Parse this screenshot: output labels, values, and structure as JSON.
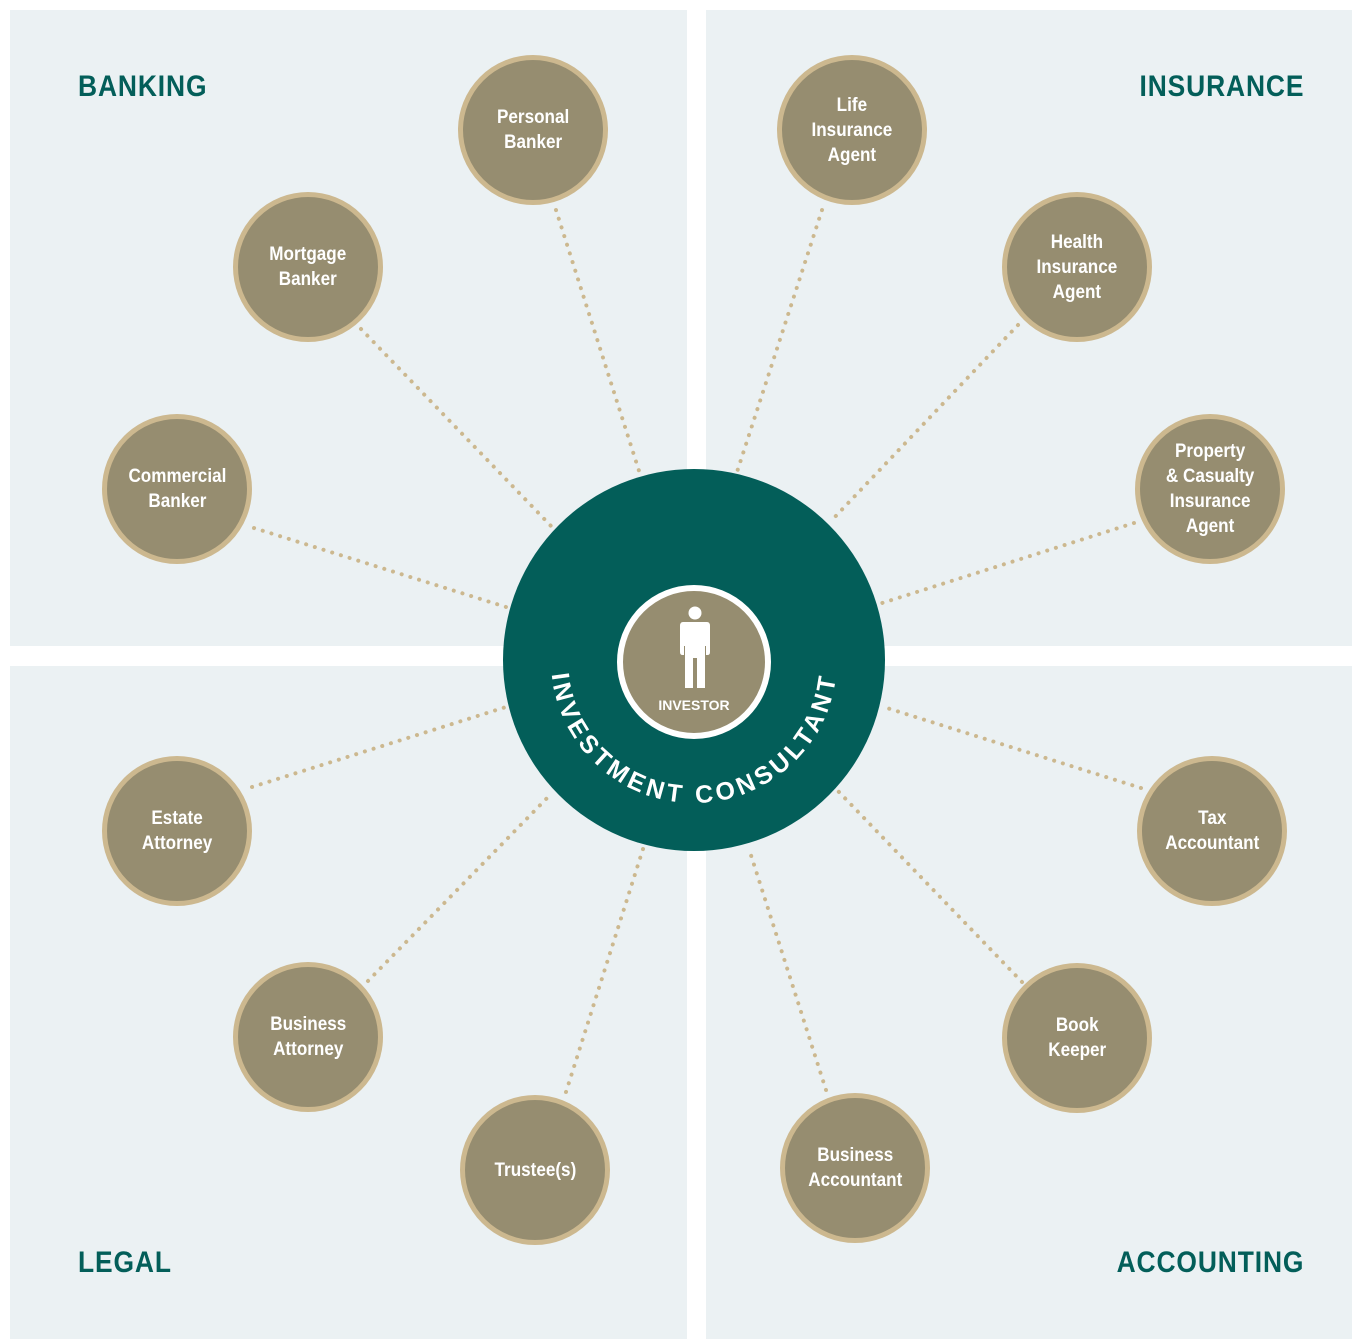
{
  "colors": {
    "background": "#ebf1f3",
    "teal": "#035e59",
    "node_fill": "#968d70",
    "node_border": "#ccb88f",
    "dotted_line": "#ccb88f",
    "text_on_node": "#ffffff"
  },
  "quadrants": {
    "banking": "BANKING",
    "insurance": "INSURANCE",
    "legal": "LEGAL",
    "accounting": "ACCOUNTING"
  },
  "center": {
    "consultant": "INVESTMENT CONSULTANT",
    "investor": "INVESTOR",
    "icon": "person-icon"
  },
  "nodes": {
    "personal_banker": "Personal\nBanker",
    "mortgage_banker": "Mortgage\nBanker",
    "commercial_banker": "Commercial\nBanker",
    "life_insurance_agent": "Life\nInsurance\nAgent",
    "health_insurance_agent": "Health\nInsurance\nAgent",
    "property_casualty_agent": "Property\n& Casualty\nInsurance\nAgent",
    "estate_attorney": "Estate\nAttorney",
    "business_attorney": "Business\nAttorney",
    "trustees": "Trustee(s)",
    "tax_accountant": "Tax\nAccountant",
    "book_keeper": "Book\nKeeper",
    "business_accountant": "Business\nAccountant"
  }
}
